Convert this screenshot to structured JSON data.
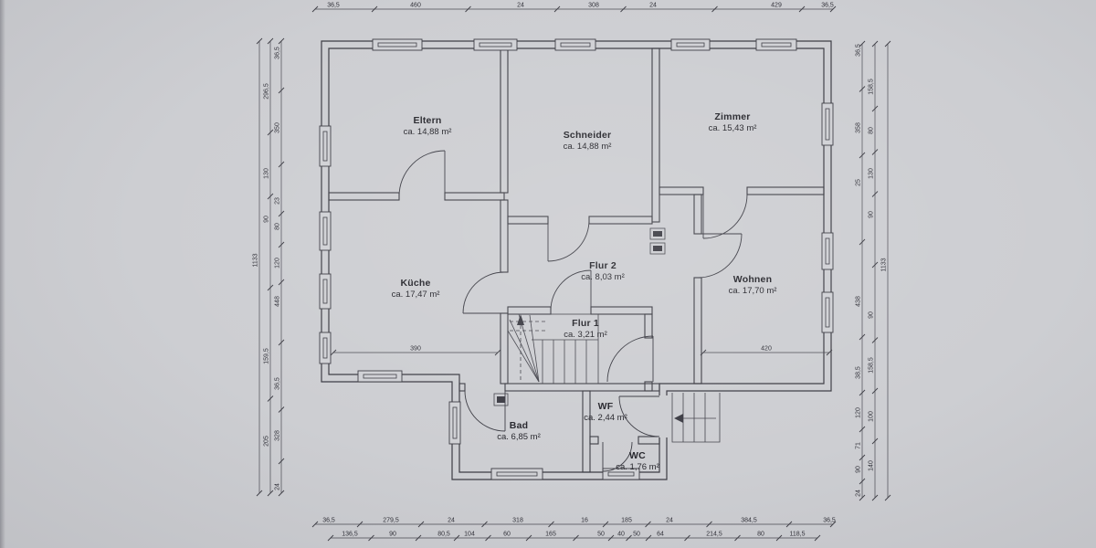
{
  "plan": {
    "rooms": [
      {
        "name": "Eltern",
        "area": "ca. 14,88 m²"
      },
      {
        "name": "Schneider",
        "area": "ca. 14,88 m²"
      },
      {
        "name": "Zimmer",
        "area": "ca. 15,43 m²"
      },
      {
        "name": "Küche",
        "area": "ca. 17,47 m²"
      },
      {
        "name": "Flur 2",
        "area": "ca. 8,03 m²"
      },
      {
        "name": "Wohnen",
        "area": "ca. 17,70 m²"
      },
      {
        "name": "Flur 1",
        "area": "ca. 3,21 m²"
      },
      {
        "name": "Bad",
        "area": "ca. 6,85 m²"
      },
      {
        "name": "WF",
        "area": "ca. 2,44 m²"
      },
      {
        "name": "WC",
        "area": "ca. 1,76 m²"
      }
    ],
    "dimensions": {
      "top": [
        "36,5",
        "460",
        "24",
        "308",
        "24",
        "429",
        "36,5"
      ],
      "bottom_outer": [
        "36,5",
        "279,5",
        "24",
        "318",
        "16",
        "185",
        "24",
        "384,5",
        "36,5"
      ],
      "bottom_inner": [
        "136,5",
        "90",
        "80,5",
        "104",
        "60",
        "165",
        "50",
        "40",
        "50",
        "64",
        "214,5",
        "80",
        "118,5"
      ],
      "left_col1": [
        "1133"
      ],
      "left_col2": [
        "296,5",
        "130",
        "90",
        "159,5",
        "205"
      ],
      "left_col3": [
        "36,5",
        "350",
        "23",
        "80",
        "120",
        "448",
        "36,5",
        "328",
        "24"
      ],
      "right_col1": [
        "36,5",
        "358",
        "25",
        "438",
        "38,5",
        "120",
        "71",
        "90",
        "24"
      ],
      "right_col2": [
        "158,5",
        "80",
        "130",
        "90",
        "90",
        "158,5",
        "100",
        "140"
      ],
      "right_col3": [
        "1133"
      ],
      "kueche_width": [
        "390"
      ],
      "wohnen_width": [
        "420"
      ]
    },
    "colors": {
      "paper": "#cdced2",
      "ink": "#3c3c44"
    }
  }
}
